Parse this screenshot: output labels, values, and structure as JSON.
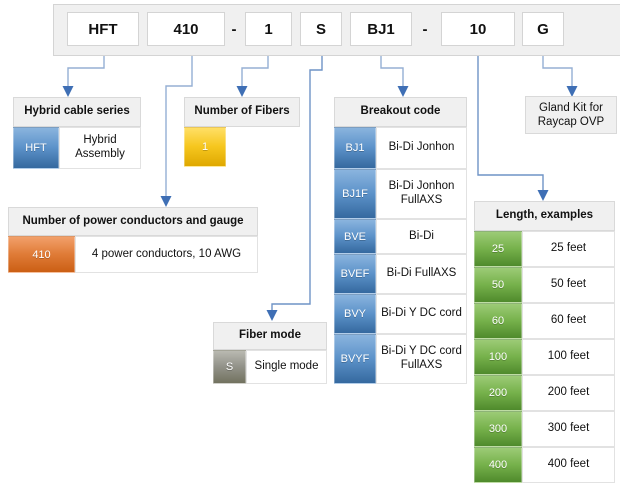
{
  "part_number": {
    "segments": [
      {
        "id": "series",
        "label": "HFT"
      },
      {
        "id": "power",
        "label": "410"
      },
      {
        "id": "dash1",
        "label": "-",
        "is_separator": true
      },
      {
        "id": "fibers",
        "label": "1"
      },
      {
        "id": "fibermode",
        "label": "S"
      },
      {
        "id": "breakout",
        "label": "BJ1"
      },
      {
        "id": "dash2",
        "label": "-",
        "is_separator": true
      },
      {
        "id": "length",
        "label": "10"
      },
      {
        "id": "gland",
        "label": "G"
      }
    ]
  },
  "legends": {
    "hybrid_cable_series": {
      "title": "Hybrid cable series",
      "rows": [
        {
          "code": "HFT",
          "desc": "Hybrid Assembly"
        }
      ]
    },
    "number_of_fibers": {
      "title": "Number of Fibers",
      "rows": [
        {
          "code": "1",
          "desc": ""
        }
      ]
    },
    "power_conductors": {
      "title": "Number of power conductors and gauge",
      "rows": [
        {
          "code": "410",
          "desc": "4 power conductors, 10 AWG"
        }
      ]
    },
    "fiber_mode": {
      "title": "Fiber mode",
      "rows": [
        {
          "code": "S",
          "desc": "Single mode"
        }
      ]
    },
    "breakout_code": {
      "title": "Breakout code",
      "rows": [
        {
          "code": "BJ1",
          "desc": "Bi-Di Jonhon"
        },
        {
          "code": "BJ1F",
          "desc": "Bi-Di Jonhon FullAXS"
        },
        {
          "code": "BVE",
          "desc": "Bi-Di"
        },
        {
          "code": "BVEF",
          "desc": "Bi-Di FullAXS"
        },
        {
          "code": "BVY",
          "desc": "Bi-Di Y DC cord"
        },
        {
          "code": "BVYF",
          "desc": "Bi-Di Y DC cord FullAXS"
        }
      ]
    },
    "length_examples": {
      "title": "Length, examples",
      "rows": [
        {
          "code": "25",
          "desc": "25 feet"
        },
        {
          "code": "50",
          "desc": "50 feet"
        },
        {
          "code": "60",
          "desc": "60 feet"
        },
        {
          "code": "100",
          "desc": "100 feet"
        },
        {
          "code": "200",
          "desc": "200 feet"
        },
        {
          "code": "300",
          "desc": "300 feet"
        },
        {
          "code": "400",
          "desc": "400 feet"
        }
      ]
    },
    "gland_kit": {
      "title": "Gland Kit for Raycap OVP"
    }
  },
  "colors": {
    "blue": "#5d93ca",
    "orange": "#e07c38",
    "yellow": "#f6c71f",
    "gray": "#93938a",
    "green": "#77b24c",
    "connector": "#95afd4",
    "header_fill": "#f0f0f0",
    "border": "#d9d9d9"
  }
}
